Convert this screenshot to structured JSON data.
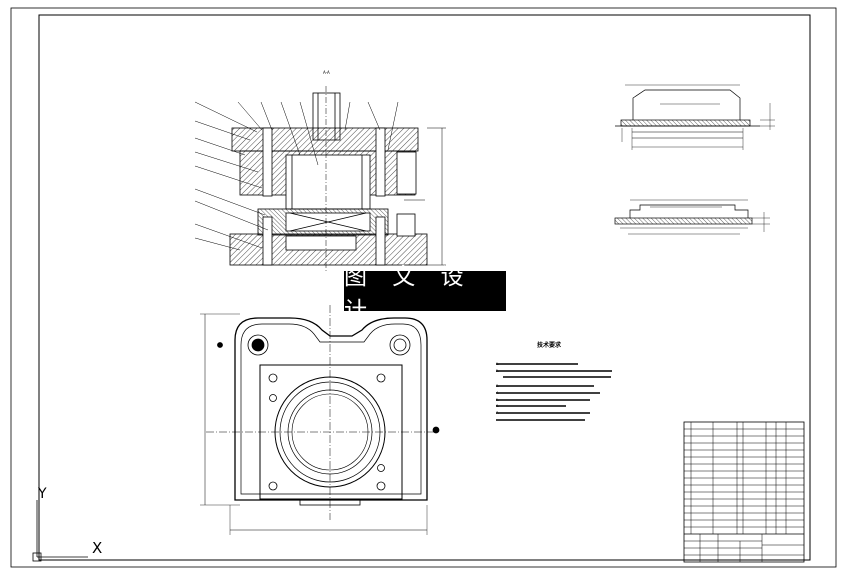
{
  "watermark": "图 文 设 计",
  "axes": {
    "y_label": "Y",
    "x_label": "X"
  },
  "section_title": "A-A",
  "tech_notes": {
    "title": "技术要求",
    "lines": [
      "1.",
      "2.",
      "",
      "3.",
      "4.",
      "5.",
      "6.",
      "7."
    ]
  },
  "colors": {
    "line": "#000000",
    "paper": "#ffffff",
    "watermark_bg": "#000000"
  }
}
